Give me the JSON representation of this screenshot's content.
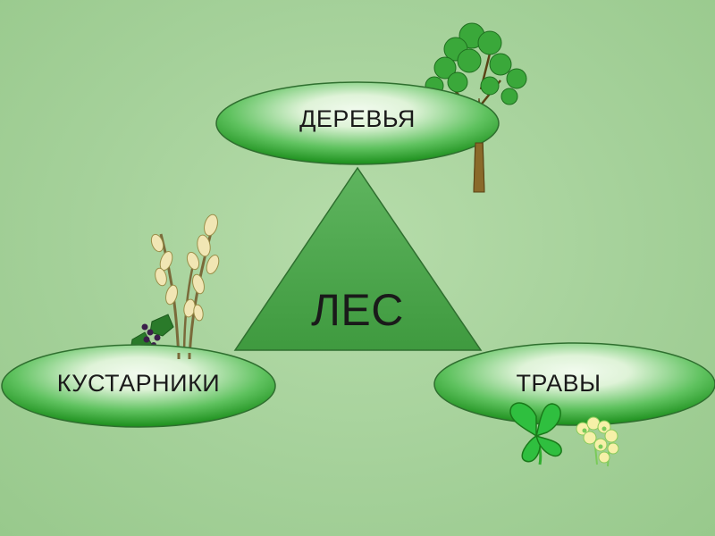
{
  "diagram": {
    "center": {
      "label": "ЛЕС"
    },
    "nodes": {
      "trees": {
        "label": "ДЕРЕВЬЯ"
      },
      "shrubs": {
        "label": "КУСТАРНИКИ"
      },
      "herbs": {
        "label": "ТРАВЫ"
      }
    }
  },
  "colors": {
    "background": "#a5d19a",
    "ellipse_dark": "#1f9b1f",
    "ellipse_light": "#e6f7e0",
    "triangle": "#4faa4f",
    "outline": "#2f6f2f"
  },
  "illustrations": [
    "tree-icon",
    "willow-branch-icon",
    "blackcurrant-icon",
    "clover-icon",
    "flowering-clover-icon"
  ]
}
